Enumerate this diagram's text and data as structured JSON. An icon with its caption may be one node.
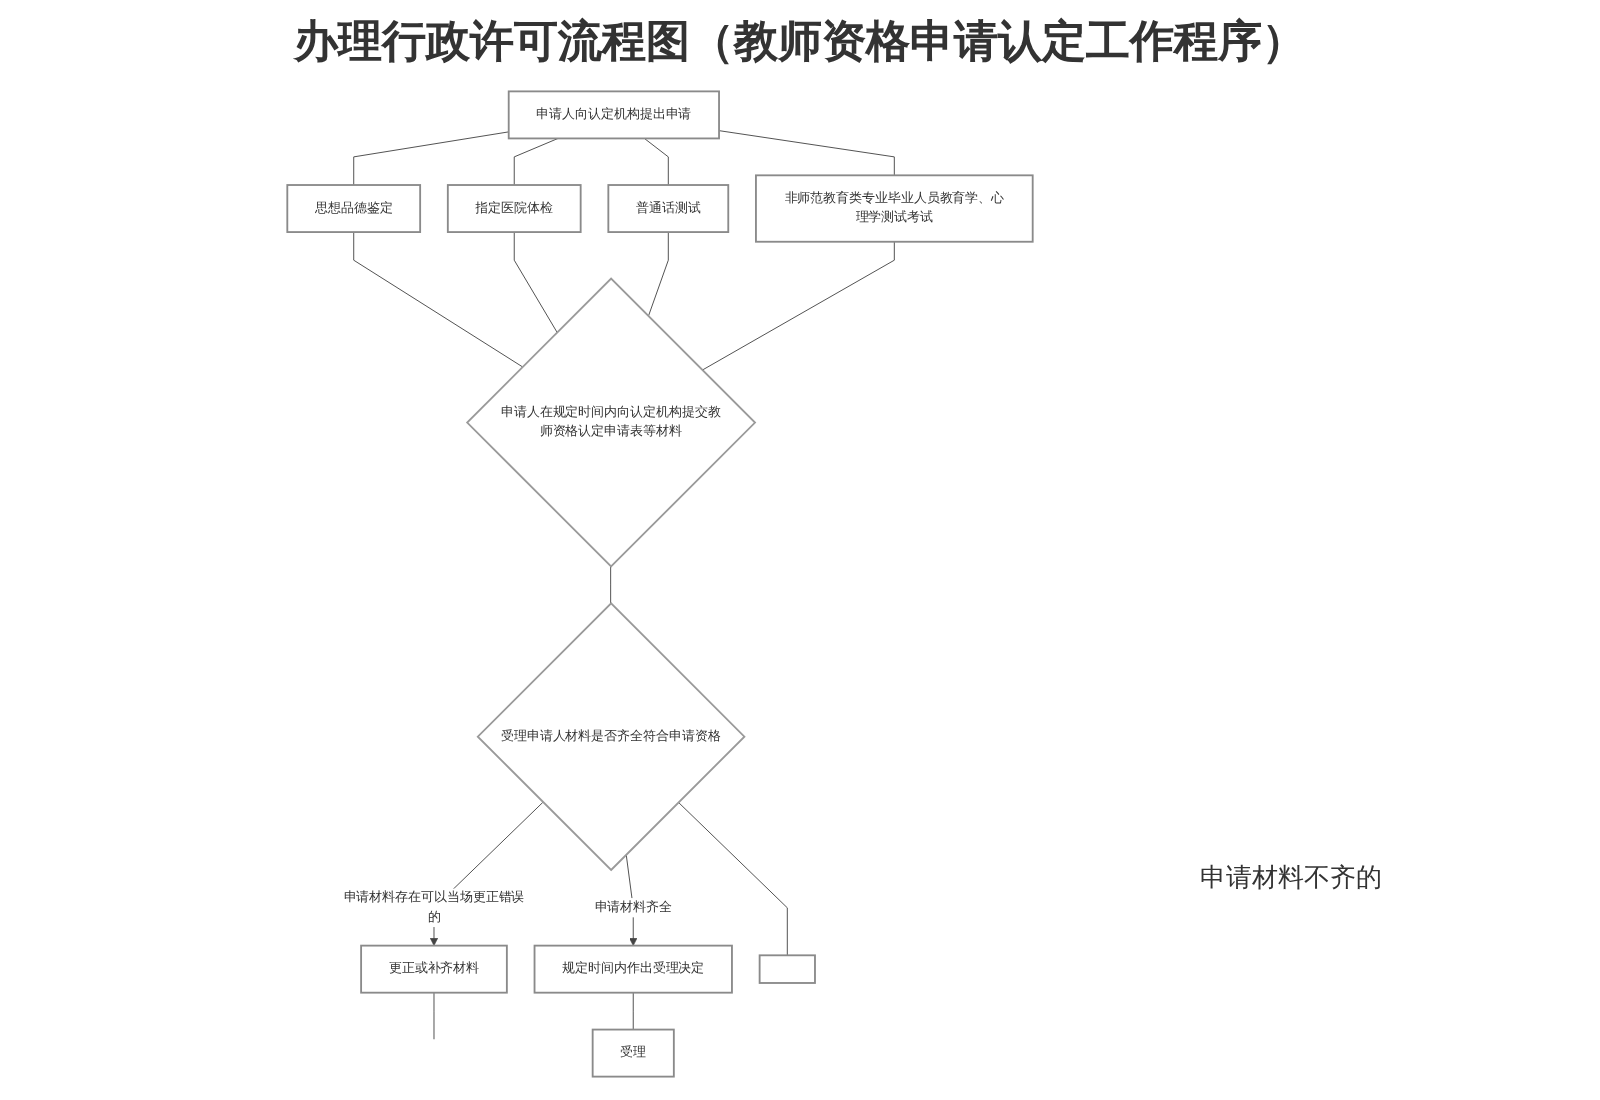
{
  "diagram": {
    "title": "办理行政许可流程图（教师资格申请认定工作程序）",
    "nodes": [
      {
        "text": [
          "申请人向认定机构提出申请"
        ]
      },
      {
        "text": [
          "思想品德鉴定"
        ]
      },
      {
        "text": [
          "指定医院体检"
        ]
      },
      {
        "text": [
          "普通话测试"
        ]
      },
      {
        "text": [
          "非师范教育类专业毕业人员教育学、心理学测试考试"
        ]
      },
      {
        "text": [
          "申请人在规定时间内向认定机构提交教师资格认定申请表等材料"
        ]
      },
      {
        "text": [
          "受理申请人材料是否齐全符合申请资格"
        ]
      },
      {
        "text": [
          "更正或补齐材料"
        ]
      },
      {
        "text": [
          "规定时间内作出受理决定"
        ]
      },
      {
        "text": [
          "受理"
        ]
      },
      {
        "text": [],
        "shape": "box"
      }
    ],
    "edges": [
      {
        "from": 0,
        "to": 1,
        "arrow": "none"
      },
      {
        "from": 0,
        "to": 2,
        "arrow": "none"
      },
      {
        "from": 0,
        "to": 3,
        "arrow": "none"
      },
      {
        "from": 0,
        "to": 4,
        "arrow": "none"
      },
      {
        "from": 1,
        "to": 5,
        "arrow": "none"
      },
      {
        "from": 2,
        "to": 5,
        "arrow": "none"
      },
      {
        "from": 3,
        "to": 5,
        "arrow": "none"
      },
      {
        "from": 4,
        "to": 5,
        "arrow": "none"
      },
      {
        "from": 5,
        "to": 6,
        "arrow": "none"
      },
      {
        "from": 6,
        "to": 7,
        "arrow": "to",
        "label": "申请材料存在可以当场更正错误的"
      },
      {
        "from": 6,
        "to": 8,
        "arrow": "to",
        "label": "申请材料齐全"
      },
      {
        "from": 8,
        "to": 9,
        "arrow": "none"
      },
      {
        "from": 6,
        "to": 10,
        "arrow": "none"
      },
      {
        "from": 7,
        "to": null,
        "arrow": "none"
      }
    ],
    "labels": [
      "申请材料不齐的"
    ]
  }
}
